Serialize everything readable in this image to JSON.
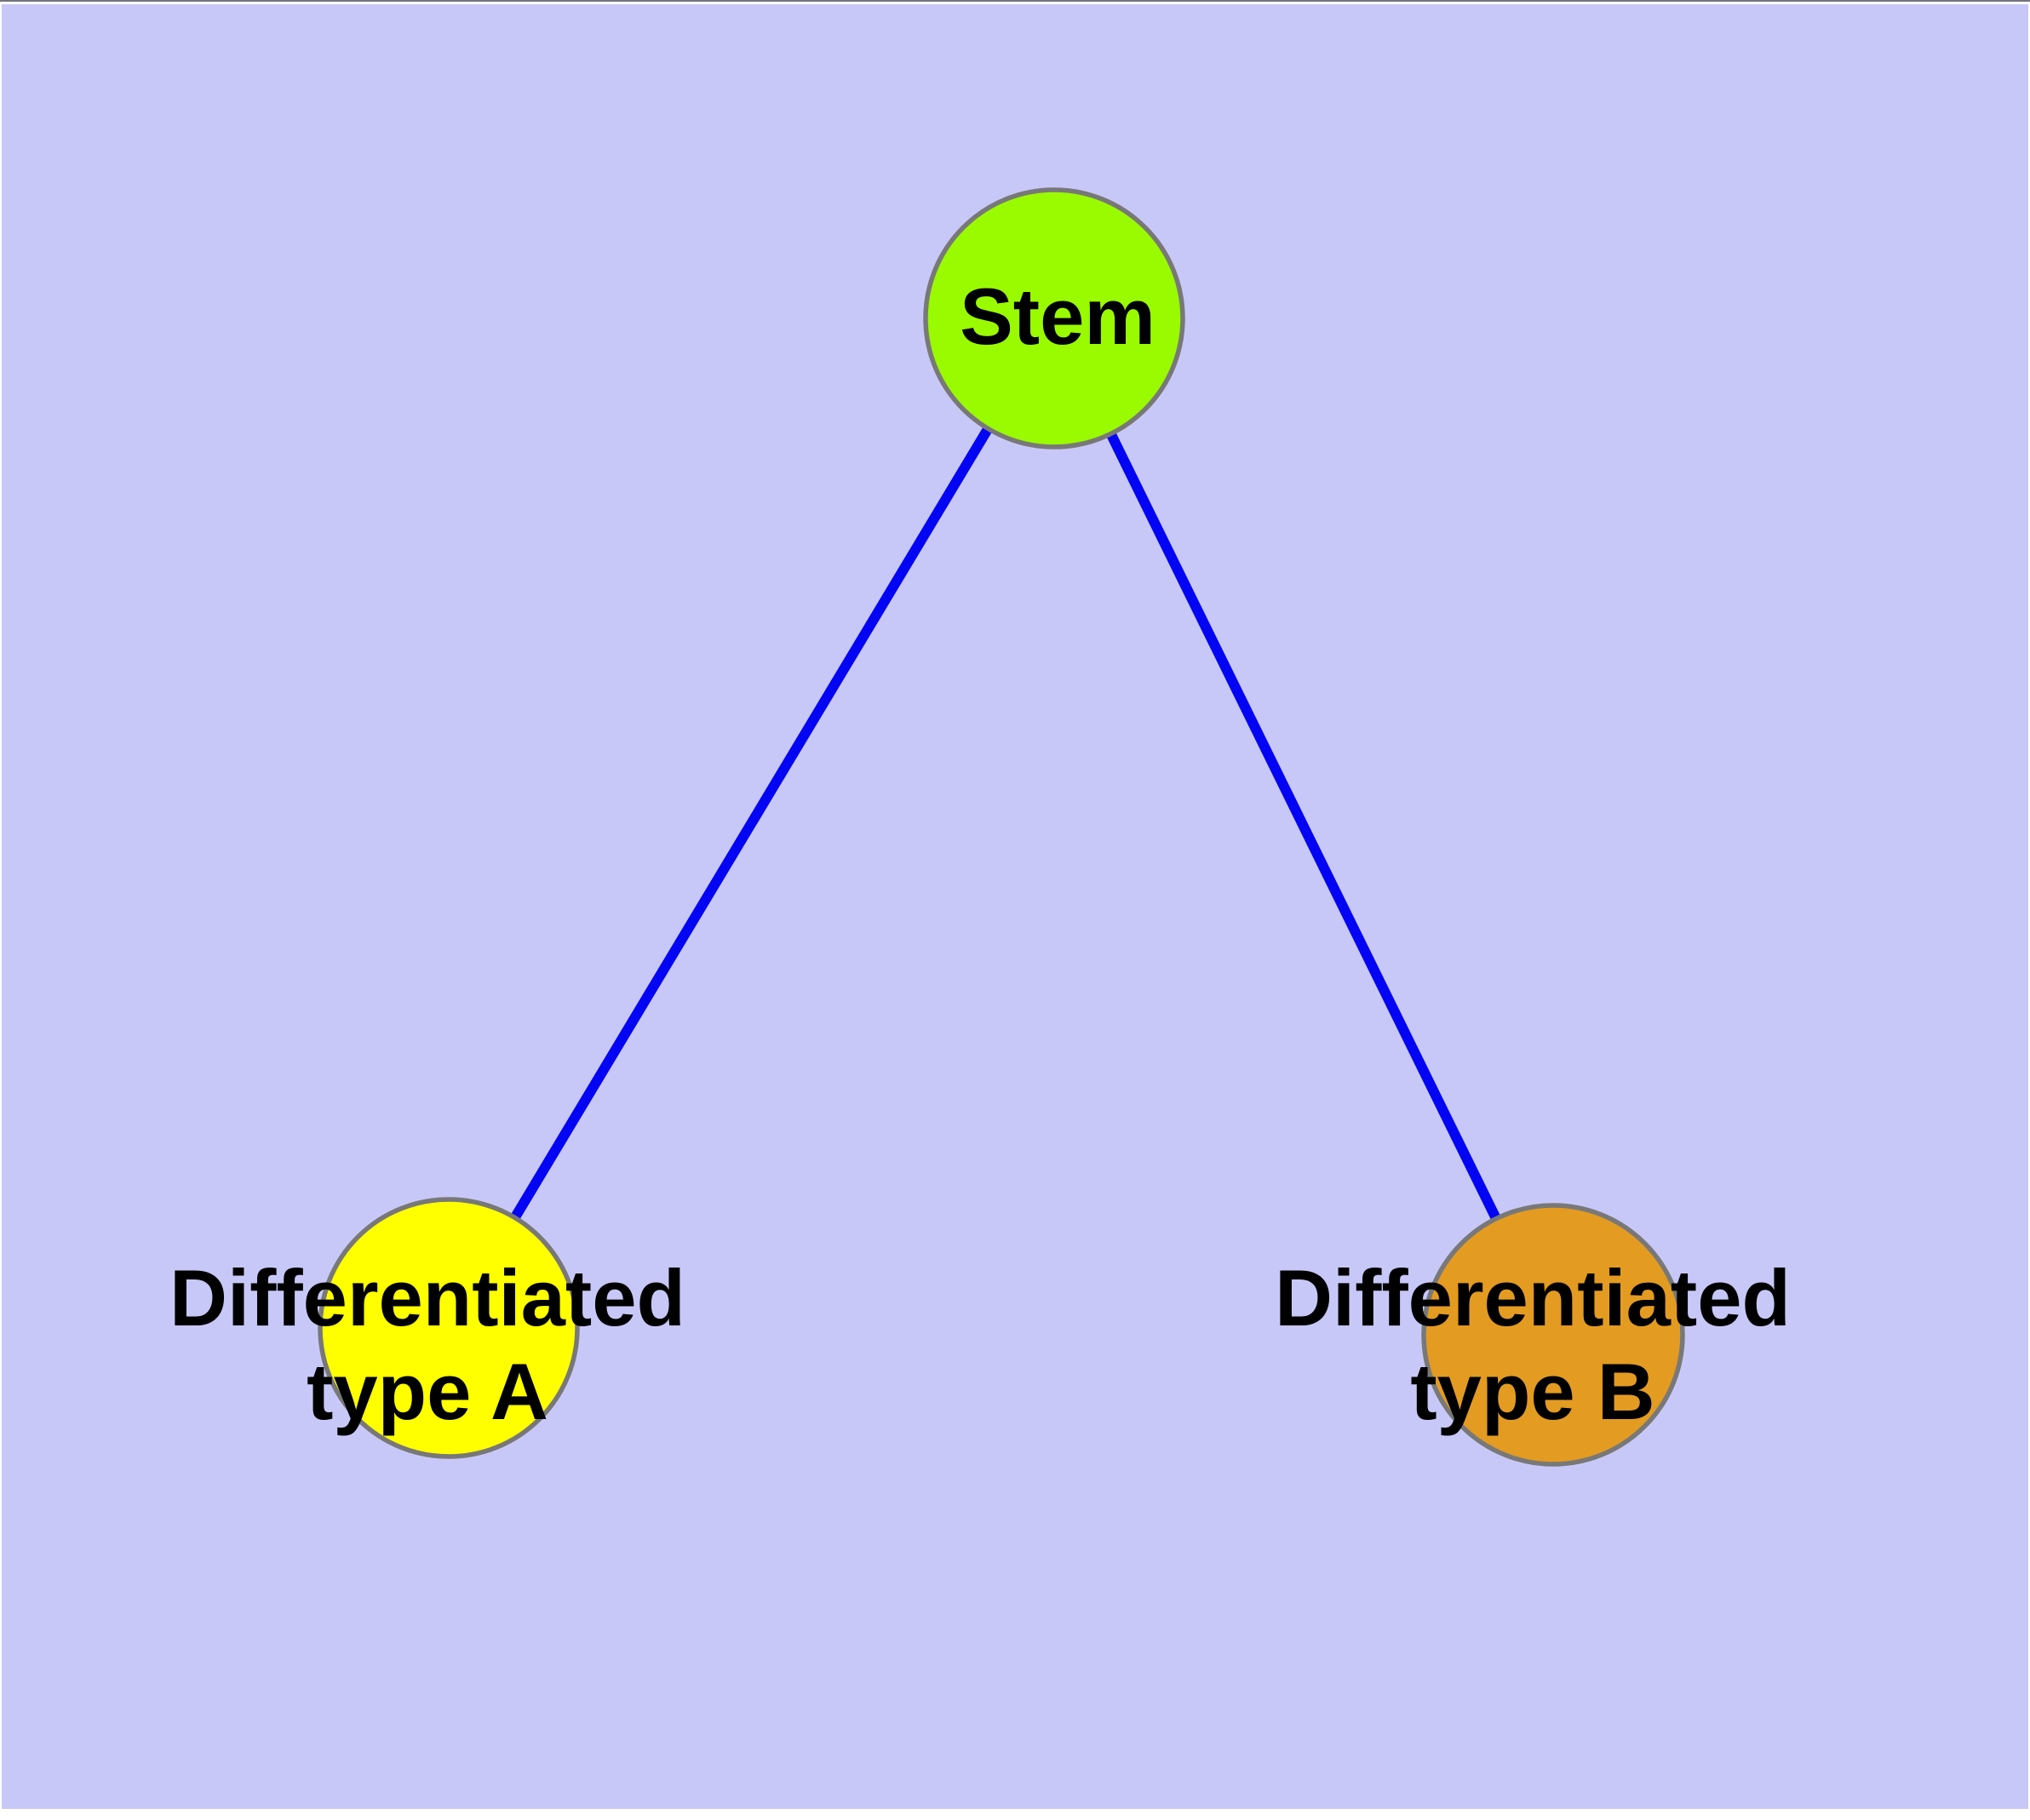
{
  "diagram": {
    "background_color": "#c8c8f8",
    "edge_color": "#0404f4",
    "node_border_color": "#787878",
    "label_color": "#000000",
    "nodes": {
      "stem": {
        "label": "Stem",
        "fill": "#9afa00"
      },
      "type_a": {
        "label_line1": "Differentiated",
        "label_line2": "type A",
        "fill": "#ffff00"
      },
      "type_b": {
        "label_line1": "Differentiated",
        "label_line2": "type B",
        "fill": "#e39b21"
      }
    },
    "edges": [
      {
        "from": "Stem",
        "to": "Differentiated type A"
      },
      {
        "from": "Stem",
        "to": "Differentiated type B"
      }
    ]
  }
}
